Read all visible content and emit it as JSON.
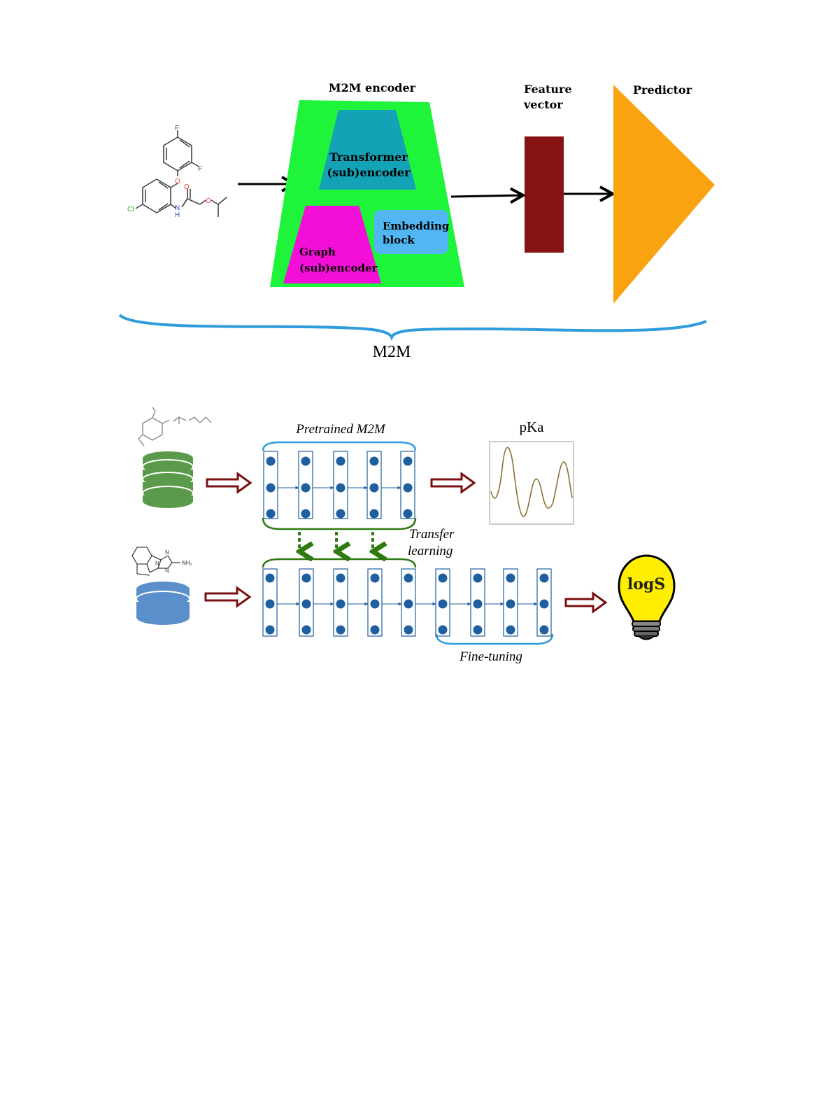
{
  "top": {
    "encoder_title": "M2M encoder",
    "transformer_line1": "Transformer",
    "transformer_line2": "(sub)encoder",
    "graph_line1": "Graph",
    "graph_line2": "(sub)encoder",
    "embedding_line1": "Embedding",
    "embedding_line2": "block",
    "feature_line1": "Feature",
    "feature_line2": "vector",
    "predictor": "Predictor",
    "brace_label": "M2M",
    "molecule_atoms": {
      "f1": "F",
      "f2": "F",
      "o1": "O",
      "o2": "O",
      "o3": "O",
      "cl": "Cl",
      "n": "N",
      "h": "H"
    }
  },
  "bottom": {
    "pretrained_label": "Pretrained M2M",
    "pka_label": "pKa",
    "transfer_line1": "Transfer",
    "transfer_line2": "learning",
    "finetuning_label": "Fine-tuning",
    "logs_label": "logS",
    "molecule2_atoms": {
      "nh2": "NH₂",
      "n1": "N",
      "n2": "N",
      "n3": "N"
    }
  },
  "colors": {
    "encoder_green": "#1ef43a",
    "transformer_teal": "#14a2b6",
    "graph_magenta": "#f40fd8",
    "embedding_blue": "#52b6f2",
    "feature_maroon": "#861414",
    "predictor_orange": "#f8a30f",
    "brace_blue": "#2f9cdc",
    "node_blue": "#1f5fa0",
    "db_green": "#5a9a4a",
    "db_blue": "#5a8fcc",
    "arrow_dark_red": "#7a1010",
    "transfer_green": "#2f7a10",
    "bulb_yellow": "#ffee00"
  }
}
